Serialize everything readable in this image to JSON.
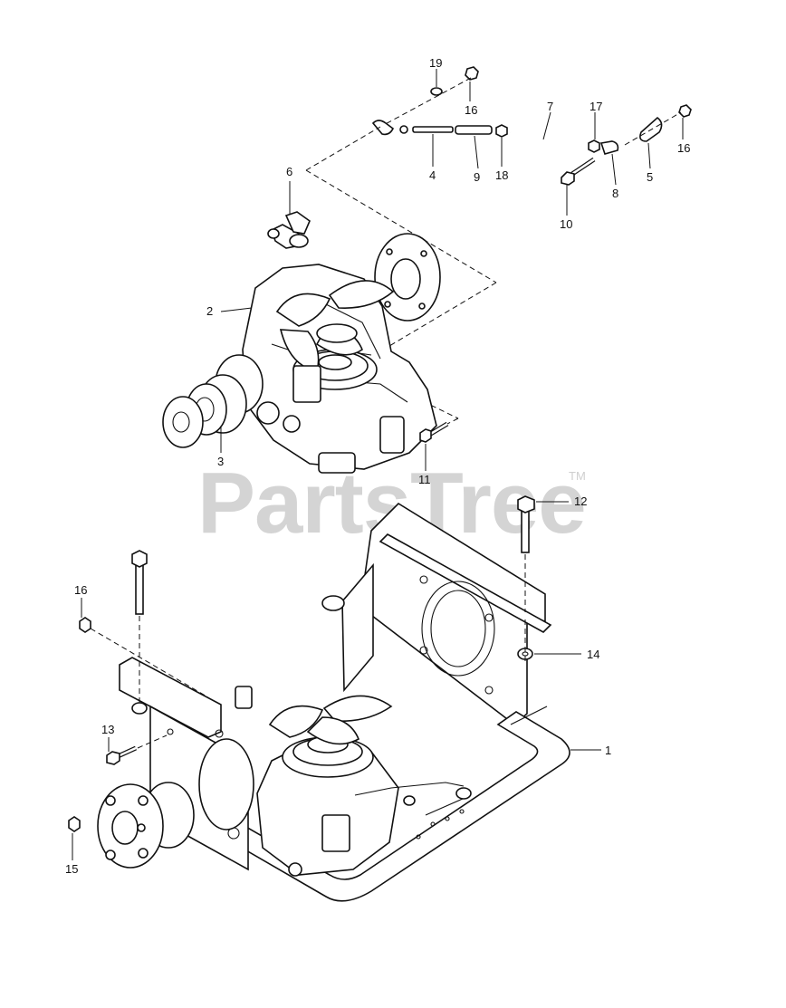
{
  "watermark": {
    "text": "PartsTree",
    "tm": "TM"
  },
  "callouts": {
    "c1": "1",
    "c2": "2",
    "c3": "3",
    "c4": "4",
    "c5": "5",
    "c6": "6",
    "c7": "7",
    "c8": "8",
    "c9": "9",
    "c10": "10",
    "c11": "11",
    "c12": "12",
    "c13": "13",
    "c14": "14",
    "c15": "15",
    "c16a": "16",
    "c16b": "16",
    "c16c": "16",
    "c17": "17",
    "c18": "18",
    "c19": "19"
  }
}
